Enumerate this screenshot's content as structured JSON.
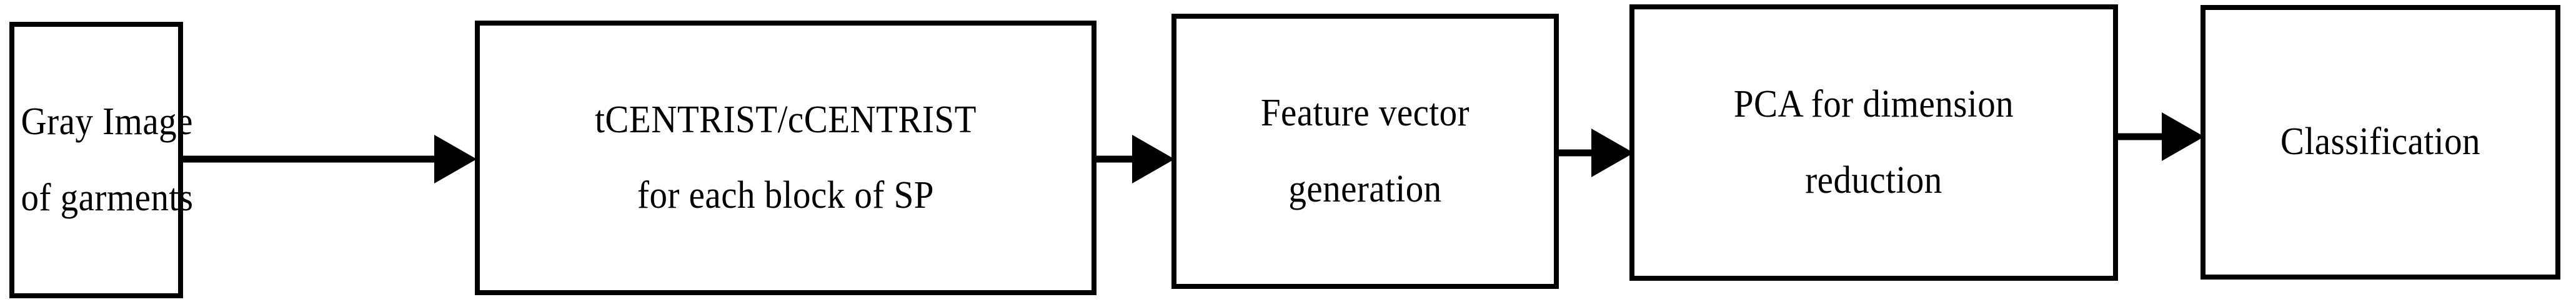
{
  "diagram": {
    "type": "flowchart",
    "orientation": "left-to-right",
    "background_color": "#ffffff",
    "stroke_color": "#000000",
    "nodes": [
      {
        "id": "gray-image-of-garments",
        "shape": "rectangle",
        "lines": [
          "Gray Image",
          "of garments"
        ]
      },
      {
        "id": "tcentrist-ccentrist-for-each-block-of-sp",
        "shape": "rectangle",
        "lines": [
          "tCENTRIST/cCENTRIST",
          "for each block of SP"
        ]
      },
      {
        "id": "feature-vector-generation",
        "shape": "rectangle",
        "lines": [
          "Feature vector",
          "generation"
        ]
      },
      {
        "id": "pca-for-dimension-reduction",
        "shape": "rectangle",
        "lines": [
          "PCA for dimension",
          "reduction"
        ]
      },
      {
        "id": "classification",
        "shape": "rectangle",
        "lines": [
          "Classification"
        ]
      }
    ],
    "edges": [
      {
        "id": "edge-1",
        "from": "gray-image-of-garments",
        "to": "tcentrist-ccentrist-for-each-block-of-sp",
        "style": "solid-filled-arrowhead"
      },
      {
        "id": "edge-2",
        "from": "tcentrist-ccentrist-for-each-block-of-sp",
        "to": "feature-vector-generation",
        "style": "solid-filled-arrowhead"
      },
      {
        "id": "edge-3",
        "from": "feature-vector-generation",
        "to": "pca-for-dimension-reduction",
        "style": "solid-filled-arrowhead"
      },
      {
        "id": "edge-4",
        "from": "pca-for-dimension-reduction",
        "to": "classification",
        "style": "solid-filled-arrowhead"
      }
    ]
  }
}
